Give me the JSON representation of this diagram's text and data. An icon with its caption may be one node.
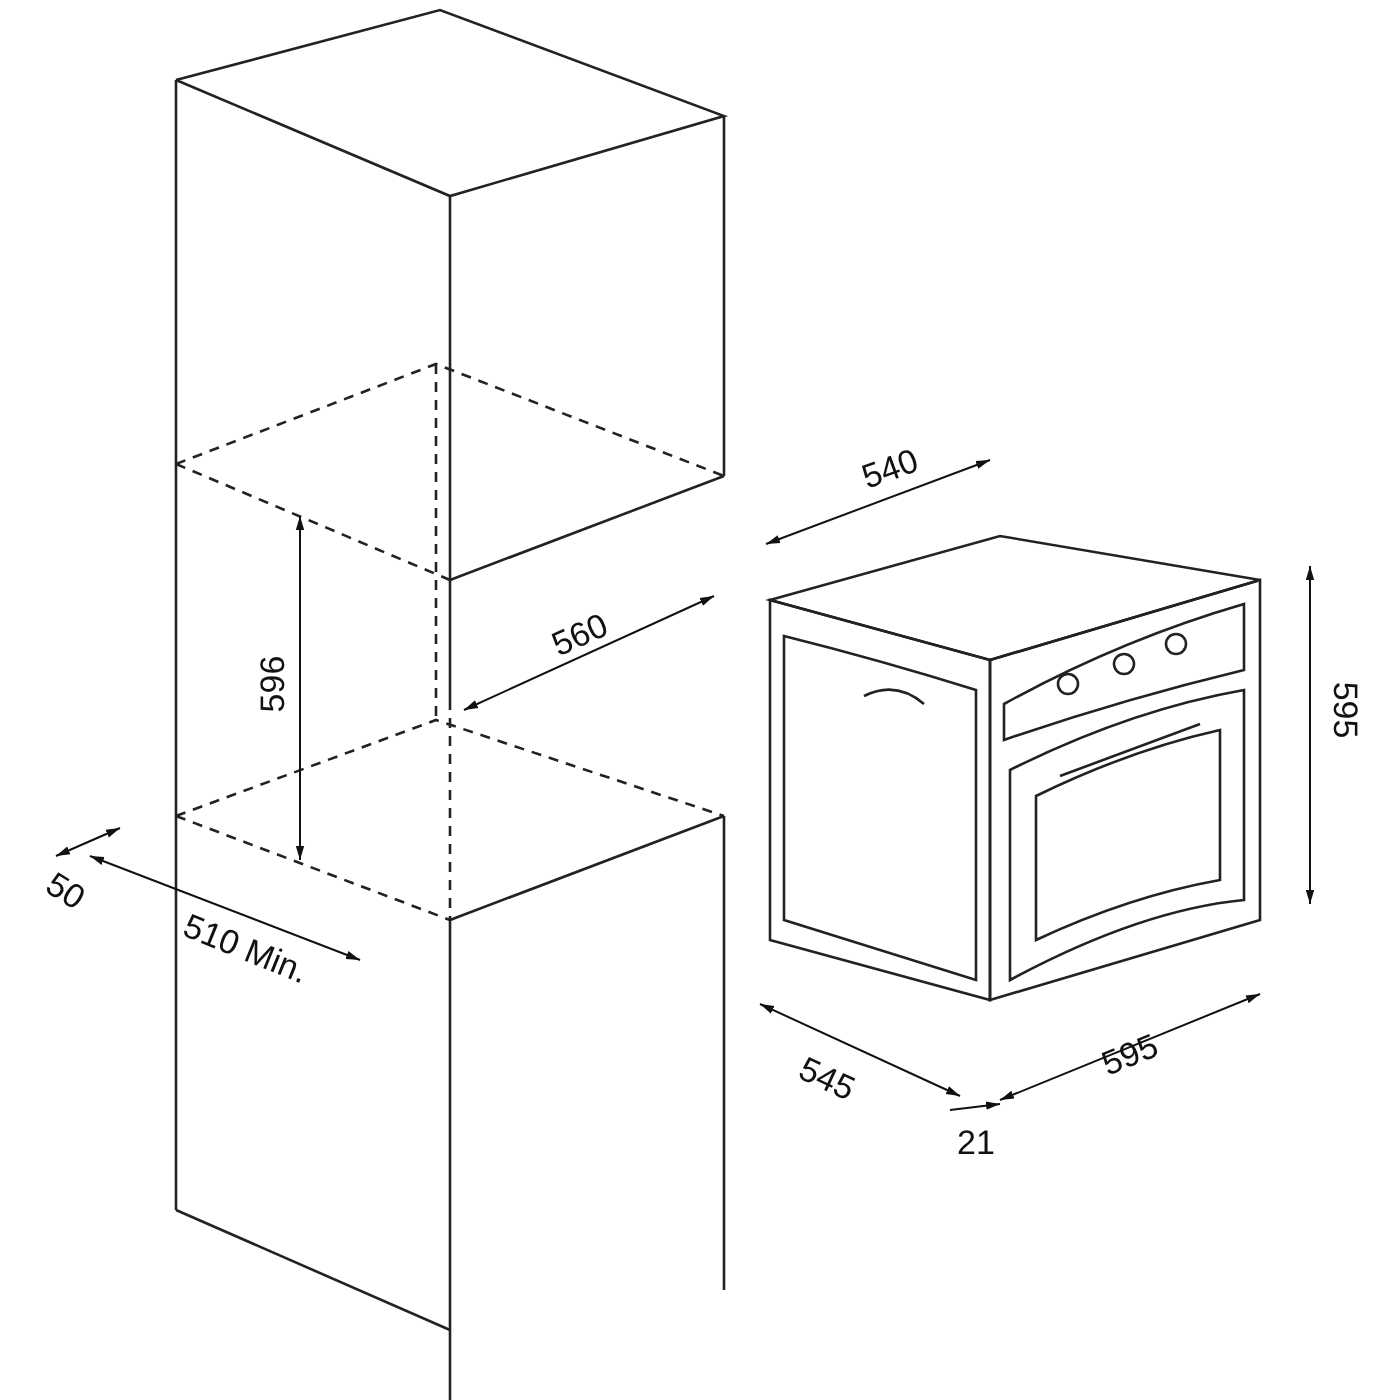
{
  "diagram": {
    "labels": [
      "540",
      "596",
      "560",
      "595",
      "50",
      "510 Min.",
      "545",
      "595",
      "21"
    ]
  }
}
